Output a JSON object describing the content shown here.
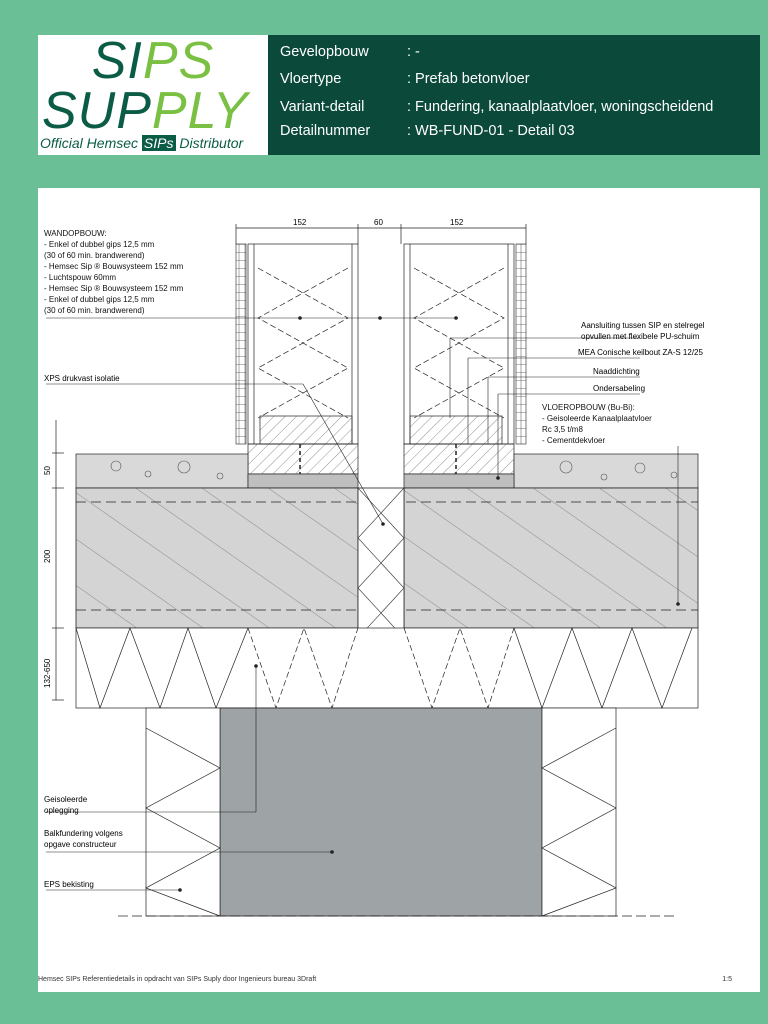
{
  "logo": {
    "line1a": "SI",
    "line1b": "PS",
    "line2a": "SUP",
    "line2b": "PLY",
    "tagline_a": "Official Hemsec ",
    "tagline_b": "SIPs",
    "tagline_c": " Distributor"
  },
  "info": {
    "rows": [
      {
        "label": "Gevelopbouw",
        "value": ": -"
      },
      {
        "label": "Vloertype",
        "value": ": Prefab betonvloer"
      },
      {
        "label": "Variant-detail",
        "value": ": Fundering, kanaalplaatvloer, woningscheidend"
      },
      {
        "label": "Detailnummer",
        "value": ": WB-FUND-01 - Detail 03"
      }
    ]
  },
  "dimensions": {
    "top": [
      "152",
      "60",
      "152"
    ],
    "left": [
      "50",
      "200",
      "132-650"
    ]
  },
  "annotations": {
    "wall_title": "WANDOPBOUW:",
    "wall_lines": [
      "- Enkel of dubbel gips 12,5 mm",
      "(30 of 60 min. brandwerend)",
      "- Hemsec Sip ® Bouwsysteem 152 mm",
      "- Luchtspouw 60mm",
      "- Hemsec Sip ® Bouwsysteem 152 mm",
      "- Enkel of dubbel gips 12,5 mm",
      "(30 of 60 min. brandwerend)"
    ],
    "xps": "XPS drukvast isolatie",
    "sip_connection_1": "Aansluiting tussen SIP en stelregel",
    "sip_connection_2": "opvullen met flexibele PU-schuim",
    "mea": "MEA Conische keilbout ZA-S 12/25",
    "naad": "Naaddichting",
    "onder": "Ondersabeling",
    "floor_title": "VLOEROPBOUW (Bu-Bi):",
    "floor_lines": [
      "- Geisoleerde Kanaalplaatvloer",
      " Rc 3,5 t/m8",
      "- Cementdekvloer"
    ],
    "opleg_1": "Geisoleerde",
    "opleg_2": "oplegging",
    "balk_1": "Balkfundering volgens",
    "balk_2": "opgave constructeur",
    "eps": "EPS bekisting"
  },
  "footer": {
    "text": "Hemsec SIPs Referentiedetails in opdracht van SIPs Suply door Ingenieurs bureau 3Draft",
    "scale": "1:5"
  },
  "colors": {
    "background": "#6bbf96",
    "header_dark": "#0b4a3a",
    "logo_green": "#0b5c46",
    "logo_lime": "#7ac043",
    "concrete": "#d4d4d4",
    "foundation": "#9ea3a6"
  }
}
